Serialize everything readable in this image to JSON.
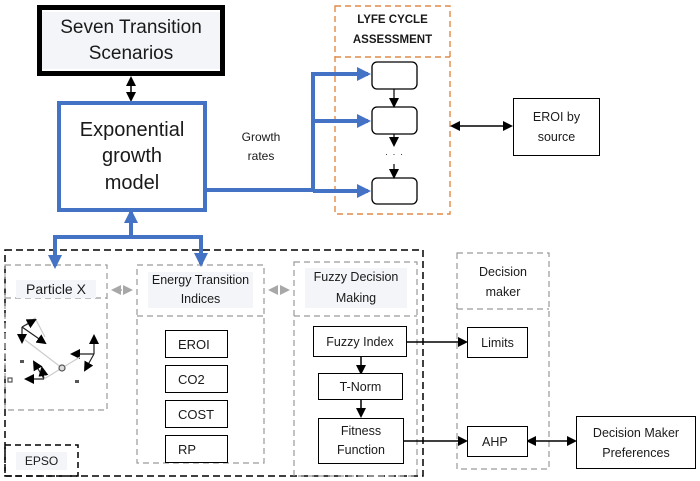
{
  "title_box": {
    "label": "Seven Transition Scenarios"
  },
  "model_box": {
    "label": "Exponential growth model"
  },
  "growth_label": "Growth rates",
  "lca": {
    "title": "LYFE CYCLE ASSESSMENT",
    "ellipsis": "· · ·",
    "stage_count": 3
  },
  "eroi_source": {
    "label": "EROI by source"
  },
  "epso": {
    "label": "EPSO",
    "particle": {
      "title": "Particle X"
    },
    "indices": {
      "title": "Energy Transition Indices",
      "items": [
        "EROI",
        "CO2",
        "COST",
        "RP"
      ]
    },
    "fuzzy": {
      "title": "Fuzzy Decision Making",
      "steps": [
        "Fuzzy Index",
        "T-Norm",
        "Fitness Function"
      ]
    }
  },
  "decision_maker": {
    "title": "Decision maker",
    "items": [
      "Limits",
      "AHP"
    ]
  },
  "preferences": {
    "label": "Decision Maker Preferences"
  },
  "colors": {
    "blue": "#4472c4",
    "orange": "#e08a48",
    "gray_dash": "#9a9a9a",
    "black": "#000000"
  }
}
